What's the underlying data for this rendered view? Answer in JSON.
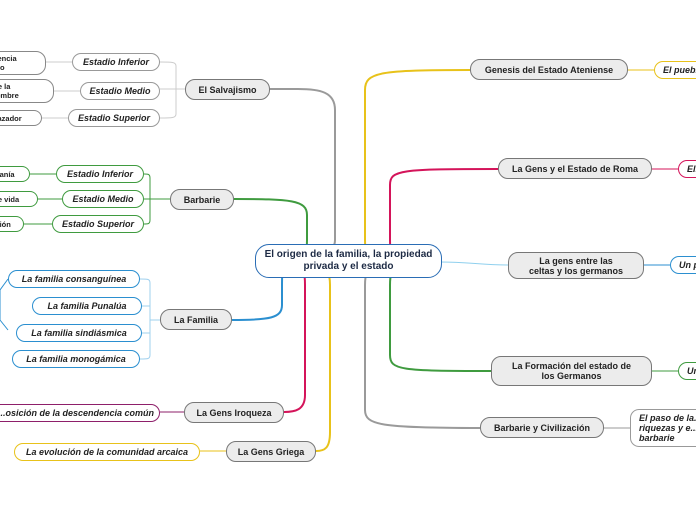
{
  "central": "El origen de la familia, la propiedad privada y el estado",
  "left": {
    "salvajismo": {
      "label": "El Salvajismo",
      "stages": [
        "Estadio Inferior",
        "Estadio Medio",
        "Estadio Superior"
      ],
      "details": [
        "...ivencia\n...ano",
        "... de la\n...hombre",
        "... cazador"
      ]
    },
    "barbarie": {
      "label": "Barbarie",
      "stages": [
        "Estadio Inferior",
        "Estadio Medio",
        "Estadio Superior"
      ],
      "details": [
        "...esanía",
        "... de vida",
        "...ación"
      ]
    },
    "familia": {
      "label": "La Familia",
      "types": [
        "La familia consanguínea",
        "La familia Punalúa",
        "La familia sindiásmica",
        "La familia monogámica"
      ]
    },
    "iroqueza": {
      "label": "La Gens Iroqueza",
      "detail": "...osición de la descendencia común"
    },
    "griega": {
      "label": "La Gens Griega",
      "detail": "La evolución de la comunidad arcaica"
    }
  },
  "right": {
    "ateniense": {
      "label": "Genesis del Estado Ateniense",
      "detail": "El puebl..."
    },
    "roma": {
      "label": "La Gens y el Estado de Roma",
      "detail": "El..."
    },
    "celtas": {
      "label": "La gens entre las\nceltas y los germanos",
      "detail": "Un p..."
    },
    "germanos": {
      "label": "La Formación del estado de\nlos Germanos",
      "detail": "Un..."
    },
    "civilizacion": {
      "label": "Barbarie y Civilización",
      "detail": "El paso de la...\nriquezas y e...\nbarbarie"
    }
  },
  "colors": {
    "green": "#3f9b3f",
    "blue": "#2b8fd0",
    "yellow": "#e8c21a",
    "red": "#d4145a",
    "purple": "#8e1f6a",
    "gray": "#999999"
  }
}
